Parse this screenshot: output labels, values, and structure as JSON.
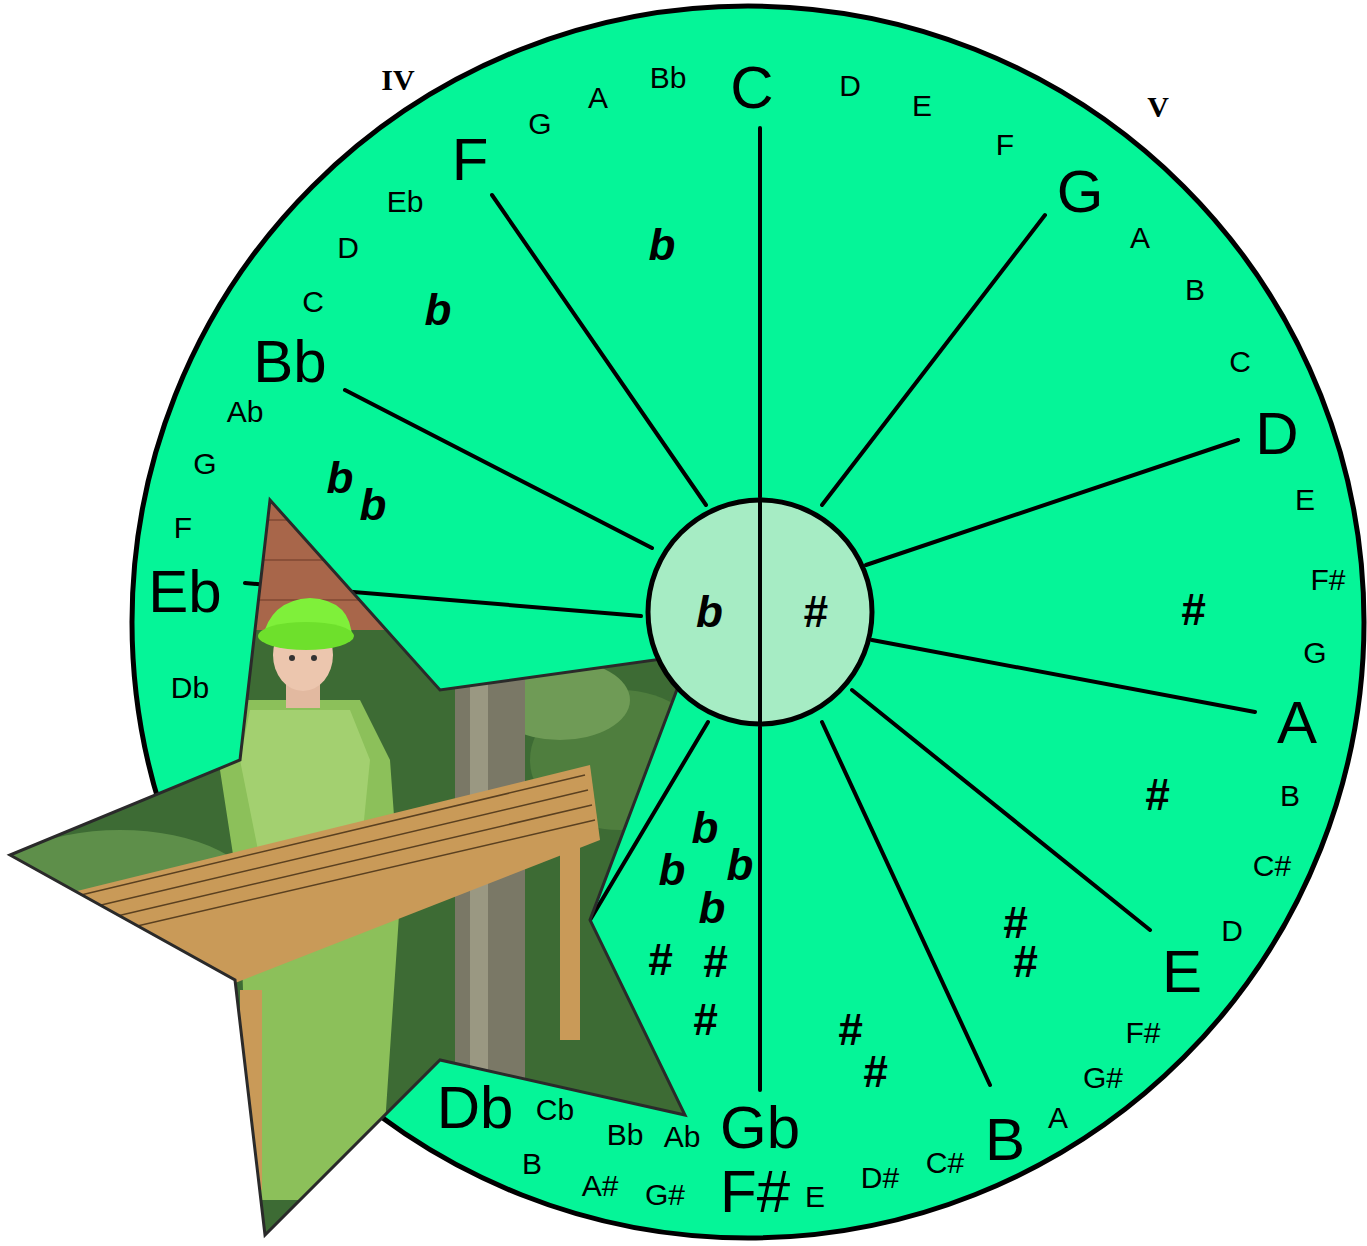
{
  "diagram": {
    "nodes": [
      {
        "text": [
          "b",
          "#"
        ]
      }
    ],
    "labels": [
      "IV",
      "V",
      "C",
      "Bb",
      "A",
      "G",
      "F",
      "Eb",
      "D",
      "C",
      "Bb",
      "Ab",
      "G",
      "F",
      "Eb",
      "Db",
      "D",
      "E",
      "F",
      "G",
      "A",
      "B",
      "C",
      "D",
      "E",
      "F#",
      "G",
      "A",
      "B",
      "C#",
      "D",
      "E",
      "F#",
      "G#",
      "A",
      "B",
      "C#",
      "D#",
      "E",
      "F#",
      "Gb",
      "Ab",
      "G#",
      "Bb",
      "A#",
      "Cb",
      "B",
      "Db",
      "b",
      "b",
      "b",
      "b",
      "#",
      "#",
      "#",
      "#",
      "#",
      "#",
      "b",
      "b",
      "b",
      "b",
      "#",
      "#",
      "#"
    ]
  }
}
